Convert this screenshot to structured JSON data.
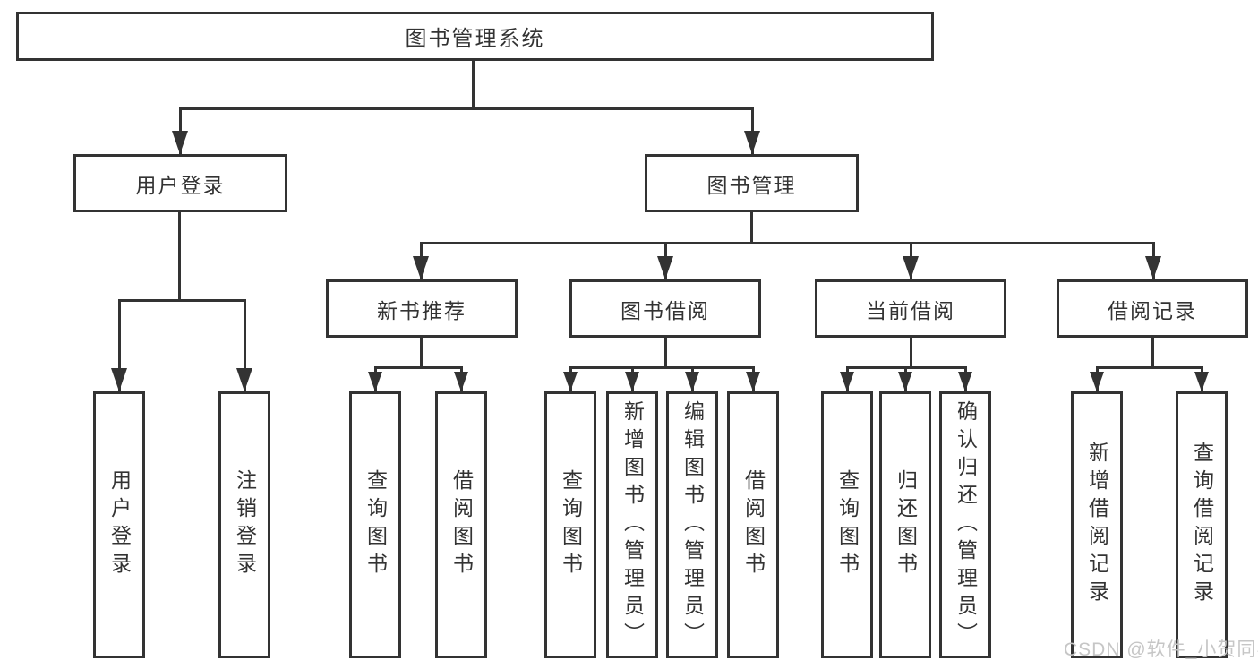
{
  "diagram_title": "图书管理系统",
  "tree": {
    "root": {
      "label": "图书管理系统"
    },
    "level2": [
      {
        "label": "用户登录"
      },
      {
        "label": "图书管理"
      }
    ],
    "level3": [
      {
        "label": "新书推荐",
        "parent": "图书管理"
      },
      {
        "label": "图书借阅",
        "parent": "图书管理"
      },
      {
        "label": "当前借阅",
        "parent": "图书管理"
      },
      {
        "label": "借阅记录",
        "parent": "图书管理"
      }
    ],
    "leaves": [
      {
        "label": "用户登录",
        "parent": "用户登录"
      },
      {
        "label": "注销登录",
        "parent": "用户登录"
      },
      {
        "label": "查询图书",
        "parent": "新书推荐"
      },
      {
        "label": "借阅图书",
        "parent": "新书推荐"
      },
      {
        "label": "查询图书",
        "parent": "图书借阅"
      },
      {
        "label": "新增图书（管理员）",
        "parent": "图书借阅"
      },
      {
        "label": "编辑图书（管理员）",
        "parent": "图书借阅"
      },
      {
        "label": "借阅图书",
        "parent": "图书借阅"
      },
      {
        "label": "查询图书",
        "parent": "当前借阅"
      },
      {
        "label": "归还图书",
        "parent": "当前借阅"
      },
      {
        "label": "确认归还（管理员）",
        "parent": "当前借阅"
      },
      {
        "label": "新增借阅记录",
        "parent": "借阅记录"
      },
      {
        "label": "查询借阅记录",
        "parent": "借阅记录"
      }
    ]
  },
  "watermark": {
    "text": "CSDN @软件_小贺同学"
  },
  "colors": {
    "line": "#333333",
    "box_border": "#333333",
    "text": "#333333",
    "background": "#ffffff",
    "watermark": "#c6c6c6"
  }
}
